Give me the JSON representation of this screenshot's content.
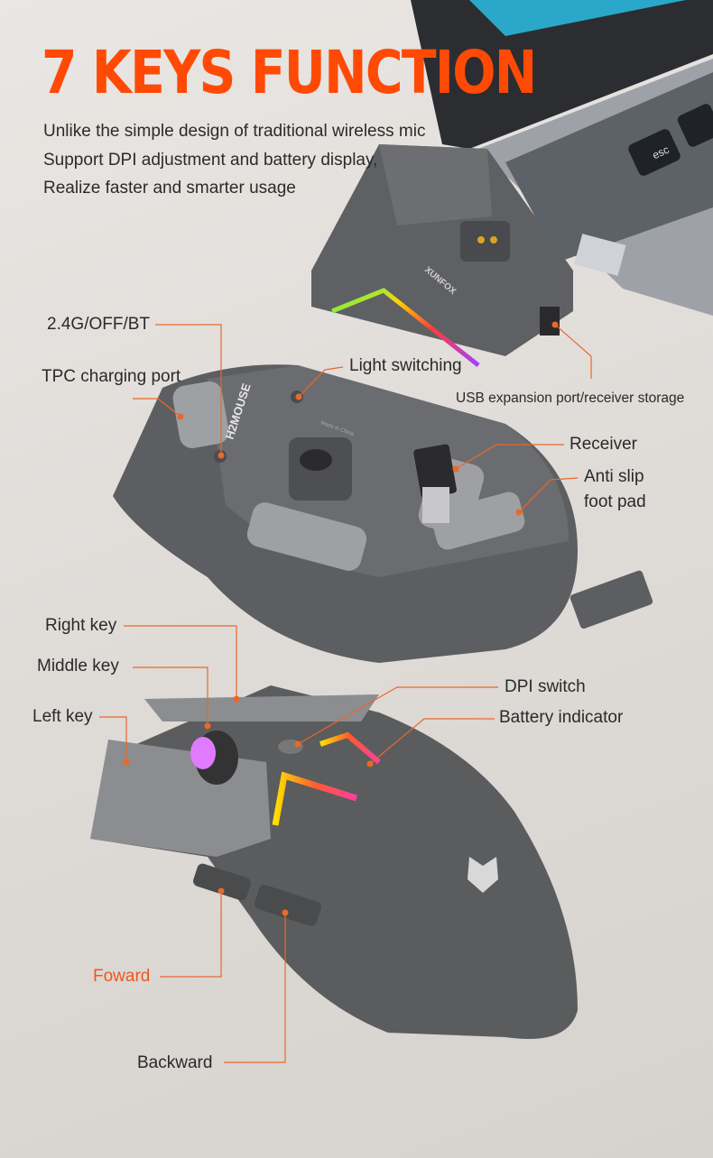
{
  "header": {
    "title": "7 KEYS FUNCTION",
    "description": [
      "Unlike the simple design of traditional wireless mic",
      "Support DPI adjustment and battery display,",
      "Realize faster and smarter usage"
    ]
  },
  "product": {
    "dock_brand": "XUNFOX",
    "mouse_model": "H2MOUSE",
    "bottom_marking": "Made in China",
    "laptop_key": "esc"
  },
  "callouts": {
    "mode_switch": "2.4G/OFF/BT",
    "charging_port": "TPC charging port",
    "light_switching": "Light switching",
    "usb_port": "USB expansion port/receiver storage",
    "receiver": "Receiver",
    "foot_pad_line1": "Anti slip",
    "foot_pad_line2": "foot pad",
    "right_key": "Right key",
    "middle_key": "Middle key",
    "left_key": "Left key",
    "dpi_switch": "DPI switch",
    "battery_indicator": "Battery indicator",
    "forward": "Foward",
    "backward": "Backward"
  },
  "colors": {
    "title": "#ff4a05",
    "leader_line": "#e8692a",
    "forward_label": "#f0561c",
    "mouse_body": "#5b5c5e"
  }
}
